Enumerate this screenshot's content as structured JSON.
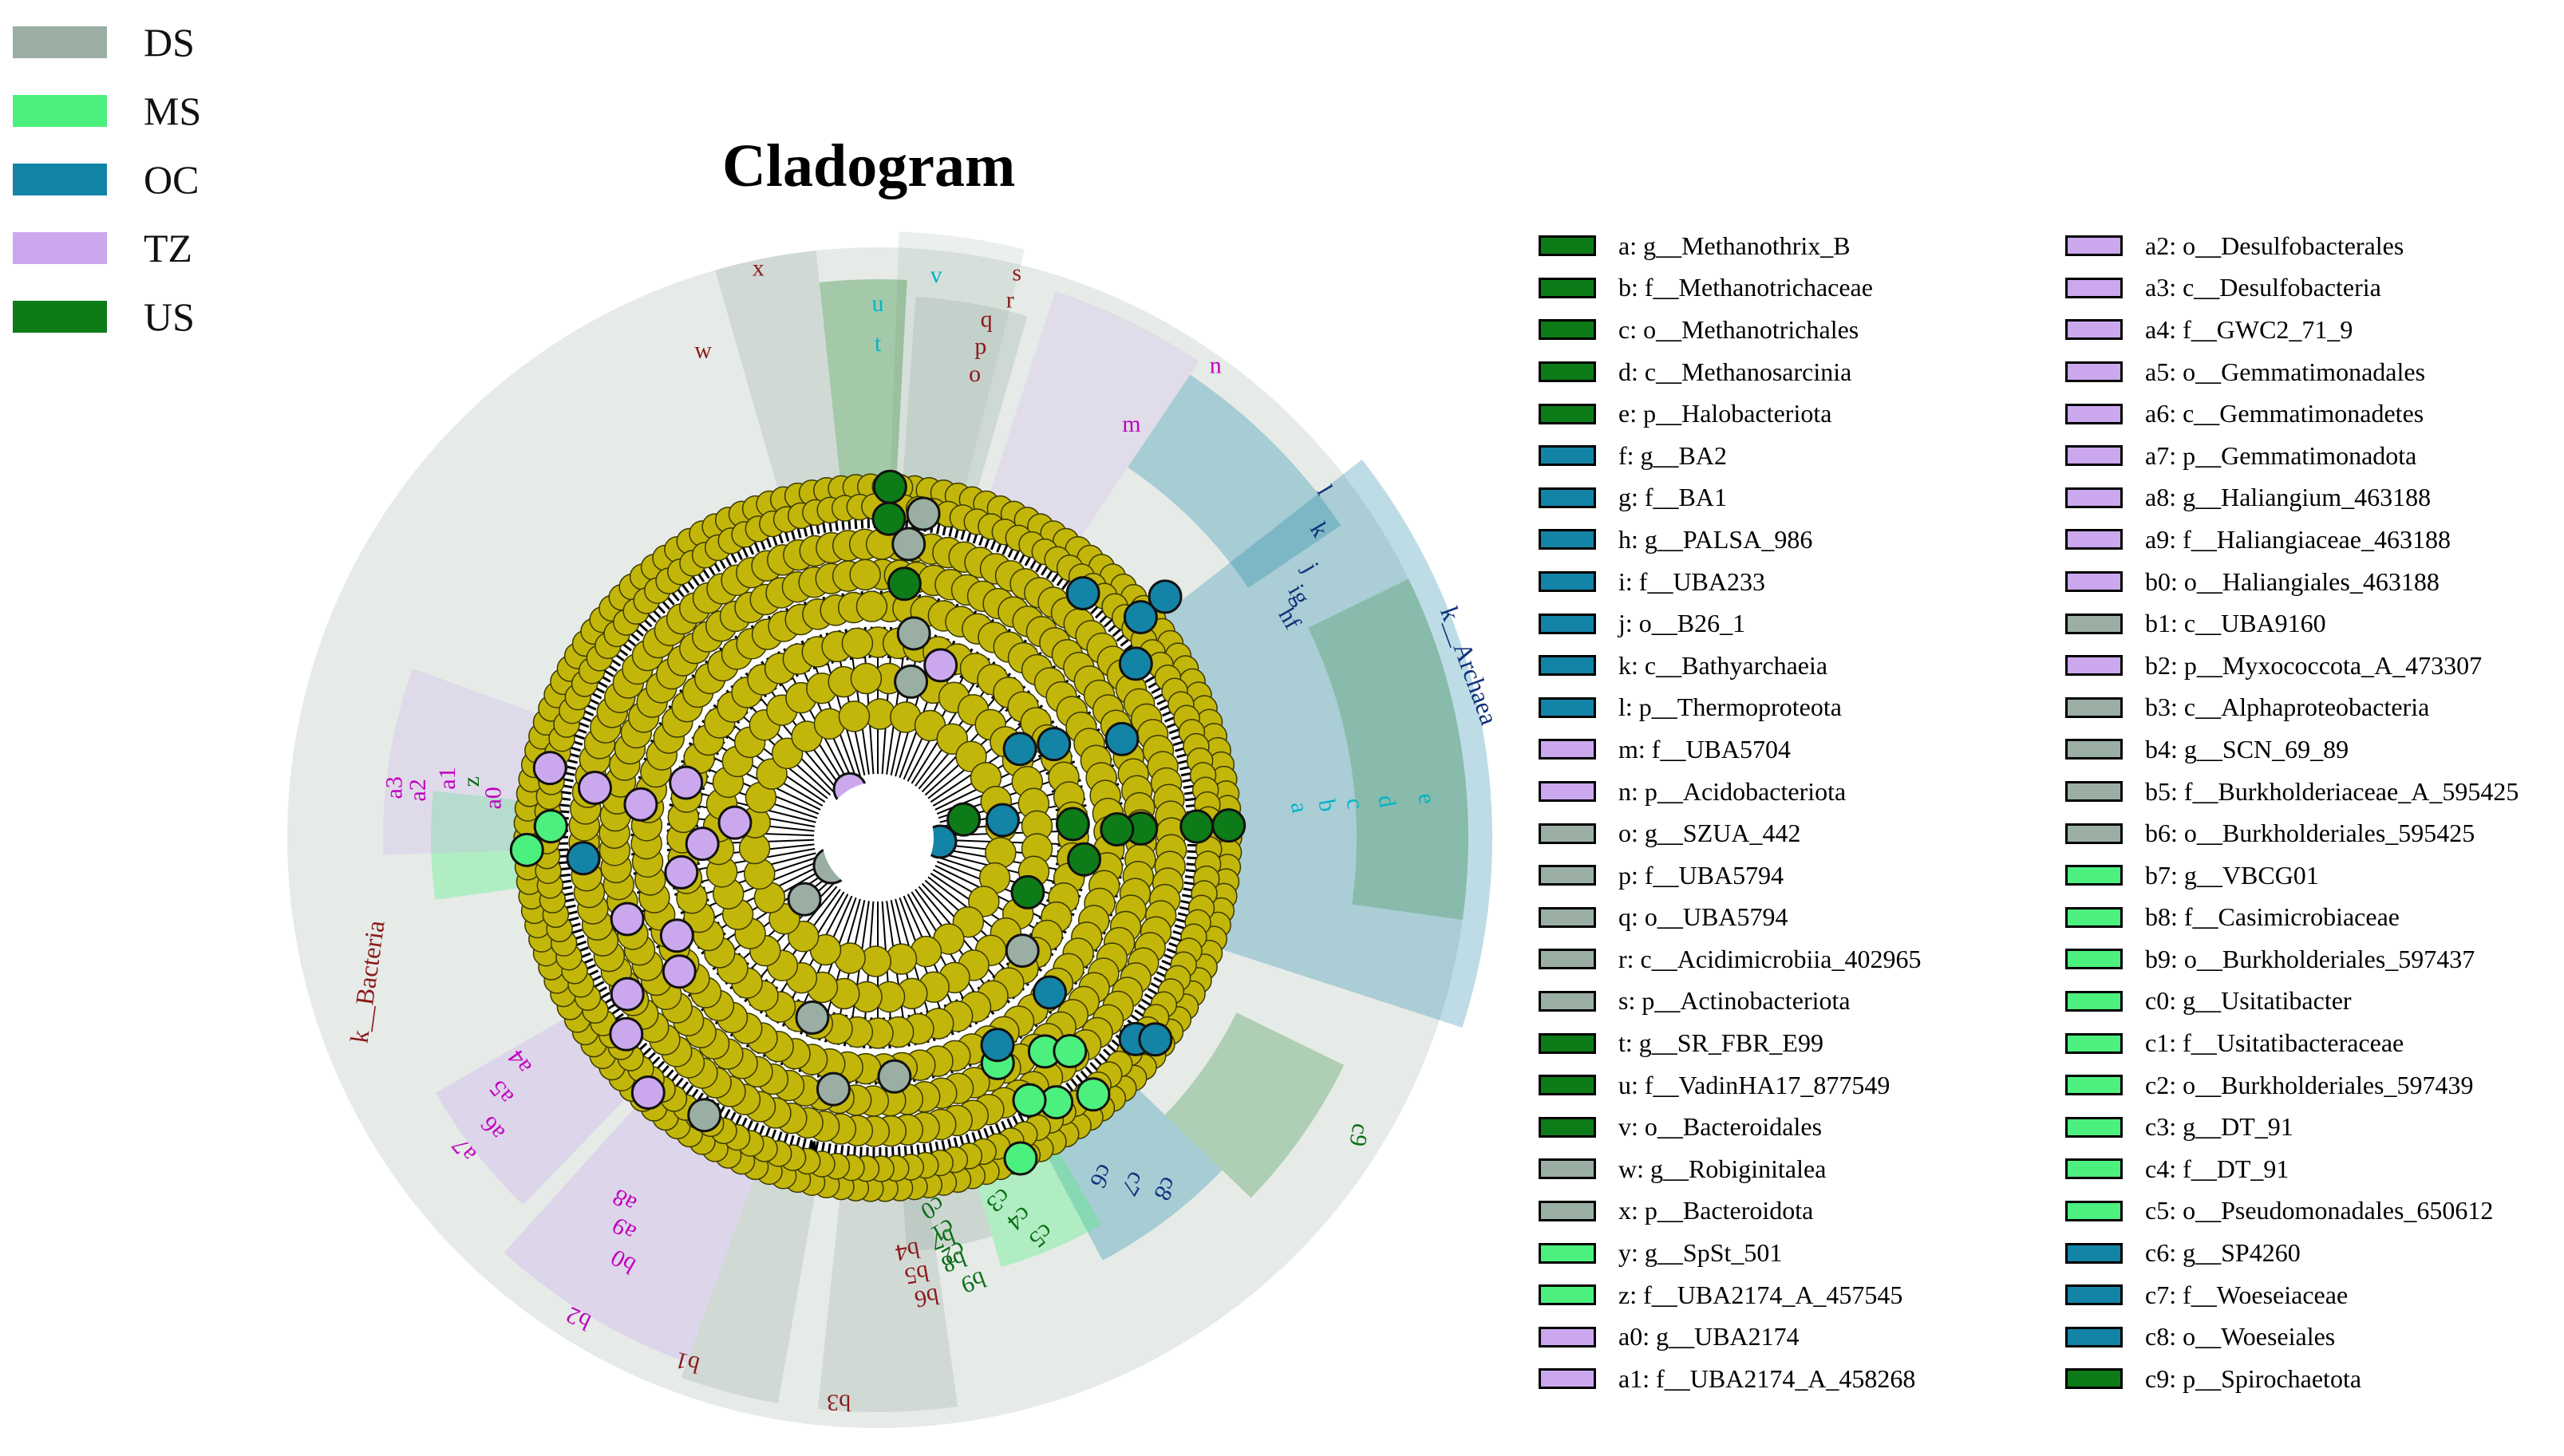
{
  "title": "Cladogram",
  "colors": {
    "DS": "#9aaea4",
    "MS": "#4cf07e",
    "OC": "#1383a6",
    "TZ": "#cba8ee",
    "US": "#0d7b18",
    "node": "#c3b60a",
    "bg": "#e6ebe8",
    "label_red": "#8b1a1a",
    "label_magenta": "#c000c0",
    "label_cyan": "#00b4c8",
    "label_navy": "#10307a",
    "label_green": "#0b6e16"
  },
  "groups": [
    {
      "name": "DS"
    },
    {
      "name": "MS"
    },
    {
      "name": "OC"
    },
    {
      "name": "TZ"
    },
    {
      "name": "US"
    }
  ],
  "clade_labels": {
    "archaea": "k__Archaea",
    "bacteria": "k__Bacteria",
    "letters": [
      "x",
      "w",
      "u",
      "t",
      "v",
      "s",
      "r",
      "q",
      "p",
      "o",
      "n",
      "m",
      "l",
      "k",
      "j",
      "ig",
      "hf",
      "e",
      "d",
      "c",
      "b",
      "a",
      "c9",
      "c8",
      "c7",
      "c6",
      "c5",
      "c4",
      "c3",
      "c2",
      "c0",
      "c1",
      "b9",
      "b8",
      "b7",
      "b6",
      "b5",
      "b4",
      "b3",
      "b2",
      "b1",
      "b0",
      "a9",
      "a8",
      "a7",
      "a6",
      "a5",
      "a4",
      "a3",
      "a2",
      "a1",
      "z",
      "a0"
    ]
  },
  "taxa_col1": [
    {
      "code": "a",
      "text": "a: g__Methanothrix_B",
      "group": "US"
    },
    {
      "code": "b",
      "text": "b: f__Methanotrichaceae",
      "group": "US"
    },
    {
      "code": "c",
      "text": "c: o__Methanotrichales",
      "group": "US"
    },
    {
      "code": "d",
      "text": "d: c__Methanosarcinia",
      "group": "US"
    },
    {
      "code": "e",
      "text": "e: p__Halobacteriota",
      "group": "US"
    },
    {
      "code": "f",
      "text": "f: g__BA2",
      "group": "OC"
    },
    {
      "code": "g",
      "text": "g: f__BA1",
      "group": "OC"
    },
    {
      "code": "h",
      "text": "h: g__PALSA_986",
      "group": "OC"
    },
    {
      "code": "i",
      "text": "i: f__UBA233",
      "group": "OC"
    },
    {
      "code": "j",
      "text": "j: o__B26_1",
      "group": "OC"
    },
    {
      "code": "k",
      "text": "k: c__Bathyarchaeia",
      "group": "OC"
    },
    {
      "code": "l",
      "text": "l: p__Thermoproteota",
      "group": "OC"
    },
    {
      "code": "m",
      "text": "m: f__UBA5704",
      "group": "TZ"
    },
    {
      "code": "n",
      "text": "n: p__Acidobacteriota",
      "group": "TZ"
    },
    {
      "code": "o",
      "text": "o: g__SZUA_442",
      "group": "DS"
    },
    {
      "code": "p",
      "text": "p: f__UBA5794",
      "group": "DS"
    },
    {
      "code": "q",
      "text": "q: o__UBA5794",
      "group": "DS"
    },
    {
      "code": "r",
      "text": "r: c__Acidimicrobiia_402965",
      "group": "DS"
    },
    {
      "code": "s",
      "text": "s: p__Actinobacteriota",
      "group": "DS"
    },
    {
      "code": "t",
      "text": "t: g__SR_FBR_E99",
      "group": "US"
    },
    {
      "code": "u",
      "text": "u: f__VadinHA17_877549",
      "group": "US"
    },
    {
      "code": "v",
      "text": "v: o__Bacteroidales",
      "group": "US"
    },
    {
      "code": "w",
      "text": "w: g__Robiginitalea",
      "group": "DS"
    },
    {
      "code": "x",
      "text": "x: p__Bacteroidota",
      "group": "DS"
    },
    {
      "code": "y",
      "text": "y: g__SpSt_501",
      "group": "MS"
    },
    {
      "code": "z",
      "text": "z: f__UBA2174_A_457545",
      "group": "MS"
    },
    {
      "code": "a0",
      "text": "a0: g__UBA2174",
      "group": "TZ"
    },
    {
      "code": "a1",
      "text": "a1: f__UBA2174_A_458268",
      "group": "TZ"
    }
  ],
  "taxa_col2": [
    {
      "code": "a2",
      "text": "a2: o__Desulfobacterales",
      "group": "TZ"
    },
    {
      "code": "a3",
      "text": "a3: c__Desulfobacteria",
      "group": "TZ"
    },
    {
      "code": "a4",
      "text": "a4: f__GWC2_71_9",
      "group": "TZ"
    },
    {
      "code": "a5",
      "text": "a5: o__Gemmatimonadales",
      "group": "TZ"
    },
    {
      "code": "a6",
      "text": "a6: c__Gemmatimonadetes",
      "group": "TZ"
    },
    {
      "code": "a7",
      "text": "a7: p__Gemmatimonadota",
      "group": "TZ"
    },
    {
      "code": "a8",
      "text": "a8: g__Haliangium_463188",
      "group": "TZ"
    },
    {
      "code": "a9",
      "text": "a9: f__Haliangiaceae_463188",
      "group": "TZ"
    },
    {
      "code": "b0",
      "text": "b0: o__Haliangiales_463188",
      "group": "TZ"
    },
    {
      "code": "b1",
      "text": "b1: c__UBA9160",
      "group": "DS"
    },
    {
      "code": "b2",
      "text": "b2: p__Myxococcota_A_473307",
      "group": "TZ"
    },
    {
      "code": "b3",
      "text": "b3: c__Alphaproteobacteria",
      "group": "DS"
    },
    {
      "code": "b4",
      "text": "b4: g__SCN_69_89",
      "group": "DS"
    },
    {
      "code": "b5",
      "text": "b5: f__Burkholderiaceae_A_595425",
      "group": "DS"
    },
    {
      "code": "b6",
      "text": "b6: o__Burkholderiales_595425",
      "group": "DS"
    },
    {
      "code": "b7",
      "text": "b7: g__VBCG01",
      "group": "MS"
    },
    {
      "code": "b8",
      "text": "b8: f__Casimicrobiaceae",
      "group": "MS"
    },
    {
      "code": "b9",
      "text": "b9: o__Burkholderiales_597437",
      "group": "MS"
    },
    {
      "code": "c0",
      "text": "c0: g__Usitatibacter",
      "group": "MS"
    },
    {
      "code": "c1",
      "text": "c1: f__Usitatibacteraceae",
      "group": "MS"
    },
    {
      "code": "c2",
      "text": "c2: o__Burkholderiales_597439",
      "group": "MS"
    },
    {
      "code": "c3",
      "text": "c3: g__DT_91",
      "group": "MS"
    },
    {
      "code": "c4",
      "text": "c4: f__DT_91",
      "group": "MS"
    },
    {
      "code": "c5",
      "text": "c5: o__Pseudomonadales_650612",
      "group": "MS"
    },
    {
      "code": "c6",
      "text": "c6: g__SP4260",
      "group": "OC"
    },
    {
      "code": "c7",
      "text": "c7: f__Woeseiaceae",
      "group": "OC"
    },
    {
      "code": "c8",
      "text": "c8: o__Woeseiales",
      "group": "OC"
    },
    {
      "code": "c9",
      "text": "c9: p__Spirochaetota",
      "group": "US"
    }
  ]
}
